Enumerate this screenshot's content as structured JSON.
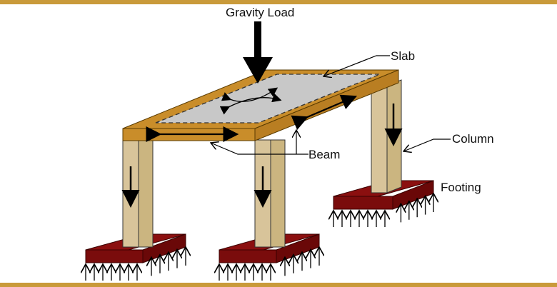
{
  "diagram": {
    "labels": {
      "gravity_load": "Gravity Load",
      "slab": "Slab",
      "beam": "Beam",
      "column": "Column",
      "footing": "Footing"
    },
    "colors": {
      "frame_bar": "#c99a3a",
      "beam": "#c98d2a",
      "slab": "#c8c8c8",
      "column": "#d8c49a",
      "footing": "#8b0f0f",
      "arrow": "#000000"
    }
  }
}
